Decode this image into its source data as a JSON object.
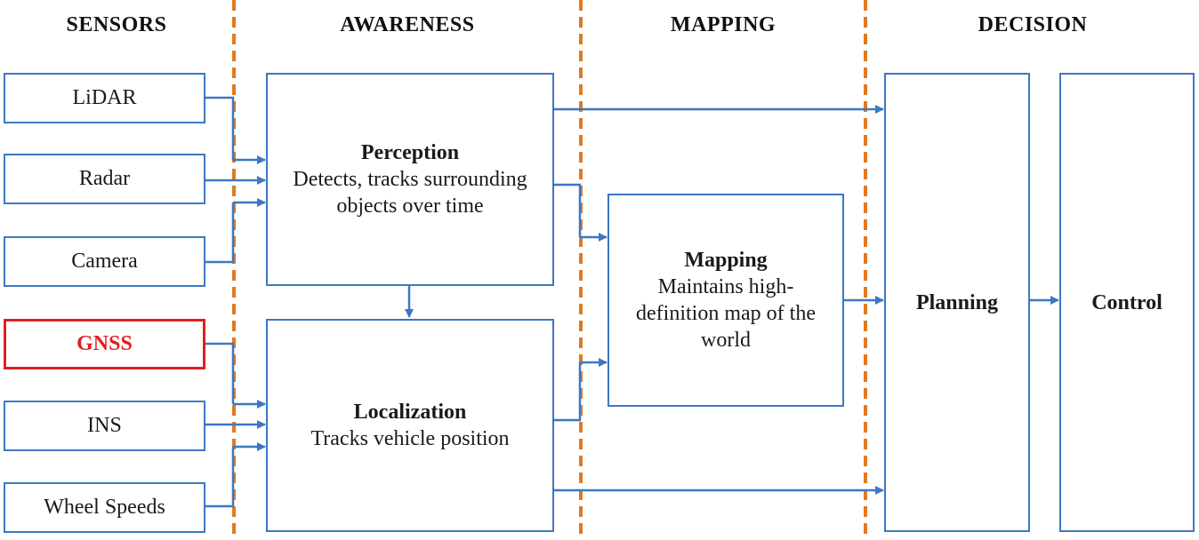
{
  "lanes": {
    "sensors": "SENSORS",
    "awareness": "AWARENESS",
    "mapping": "MAPPING",
    "decision": "DECISION"
  },
  "sensors": {
    "lidar": "LiDAR",
    "radar": "Radar",
    "camera": "Camera",
    "gnss": "GNSS",
    "ins": "INS",
    "wheel_speeds": "Wheel Speeds"
  },
  "modules": {
    "perception": {
      "title": "Perception",
      "description": "Detects, tracks surrounding objects over time"
    },
    "localization": {
      "title": "Localization",
      "description": "Tracks vehicle position"
    },
    "mapping": {
      "title": "Mapping",
      "description": "Maintains high-definition map of the world"
    },
    "planning": {
      "title": "Planning"
    },
    "control": {
      "title": "Control"
    }
  },
  "colors": {
    "box_border": "#3b78c2",
    "arrow": "#3b78c2",
    "divider": "#e07a22",
    "highlight": "#e11f1f"
  }
}
